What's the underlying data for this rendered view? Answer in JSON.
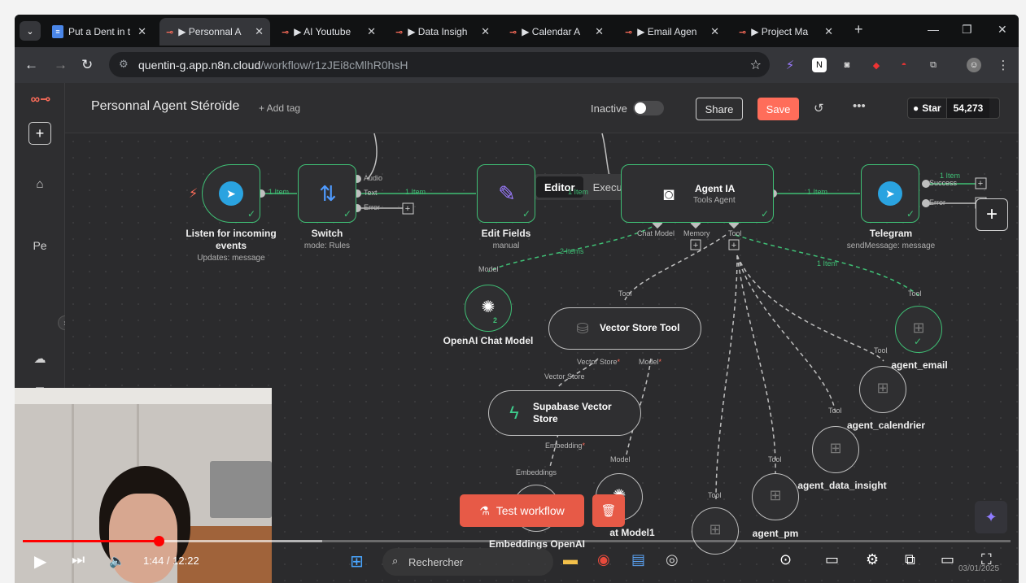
{
  "browser": {
    "tabs": [
      {
        "label": "Put a Dent in t",
        "icon": "docs-icon",
        "active": false
      },
      {
        "label": "▶ Personnal A",
        "icon": "n8n-icon",
        "active": true
      },
      {
        "label": "▶ AI Youtube",
        "icon": "n8n-icon",
        "active": false
      },
      {
        "label": "▶ Data Insigh",
        "icon": "n8n-icon",
        "active": false
      },
      {
        "label": "▶ Calendar A",
        "icon": "n8n-icon",
        "active": false
      },
      {
        "label": "▶ Email Agen",
        "icon": "n8n-icon",
        "active": false
      },
      {
        "label": "▶ Project Ma",
        "icon": "n8n-icon",
        "active": false
      }
    ],
    "url_domain": "quentin-g.app.n8n.cloud",
    "url_path": "/workflow/r1zJEi8cMlhR0hsH"
  },
  "sidebar": {
    "avatar_initials": "Pe"
  },
  "header": {
    "title": "Personnal Agent Stéroïde",
    "add_tag": "+ Add tag",
    "status": "Inactive",
    "share": "Share",
    "save": "Save",
    "github_label": "Star",
    "github_count": "54,273"
  },
  "view_tabs": {
    "editor": "Editor",
    "executions": "Executions"
  },
  "nodes": {
    "telegram_trigger": {
      "title": "Listen for incoming",
      "title2": "events",
      "sub": "Updates: message"
    },
    "switch": {
      "title": "Switch",
      "sub": "mode: Rules",
      "out_audio": "Audio",
      "out_text": "Text",
      "out_error": "Error"
    },
    "edit_fields": {
      "title": "Edit Fields",
      "sub": "manual"
    },
    "agent": {
      "title": "Agent IA",
      "sub": "Tools Agent",
      "in_chat": "Chat Model",
      "in_memory": "Memory",
      "in_tool": "Tool"
    },
    "telegram": {
      "title": "Telegram",
      "sub": "sendMessage: message",
      "out_success": "Success",
      "out_error": "Error"
    },
    "openai_chat": {
      "title": "OpenAI Chat Model",
      "top": "Model",
      "badge": "2"
    },
    "vector_tool": {
      "title": "Vector Store Tool",
      "top": "Tool",
      "in_store": "Vector Store",
      "in_model": "Model"
    },
    "supabase": {
      "title": "Supabase Vector",
      "title2": "Store",
      "top": "Vector Store",
      "bottom": "Embedding"
    },
    "embeddings": {
      "title": "Embeddings OpenAI",
      "top": "Embeddings"
    },
    "chat_model1": {
      "title": "at Model1",
      "top": "Model"
    },
    "agent_email": {
      "title": "agent_email",
      "top": "Tool"
    },
    "agent_calendrier": {
      "title": "agent_calendrier",
      "top": "Tool"
    },
    "agent_data_insight": {
      "title": "agent_data_insight",
      "top": "Tool"
    },
    "agent_pm": {
      "title": "agent_pm",
      "top": "Tool"
    },
    "tool_bottom": {
      "top": "Tool"
    }
  },
  "edges": {
    "item1": "1 Item",
    "items2": "2 Items",
    "tel_out": "1 Item"
  },
  "canvas": {
    "test_workflow": "Test workflow"
  },
  "player": {
    "time": "1:44 / 12:22",
    "progress": 0.1375,
    "search_placeholder": "Rechercher",
    "date_fragment": "03/01/2025"
  },
  "colors": {
    "accent": "#ff6d5a",
    "success": "#3fbf75",
    "progress": "#ff0000"
  }
}
